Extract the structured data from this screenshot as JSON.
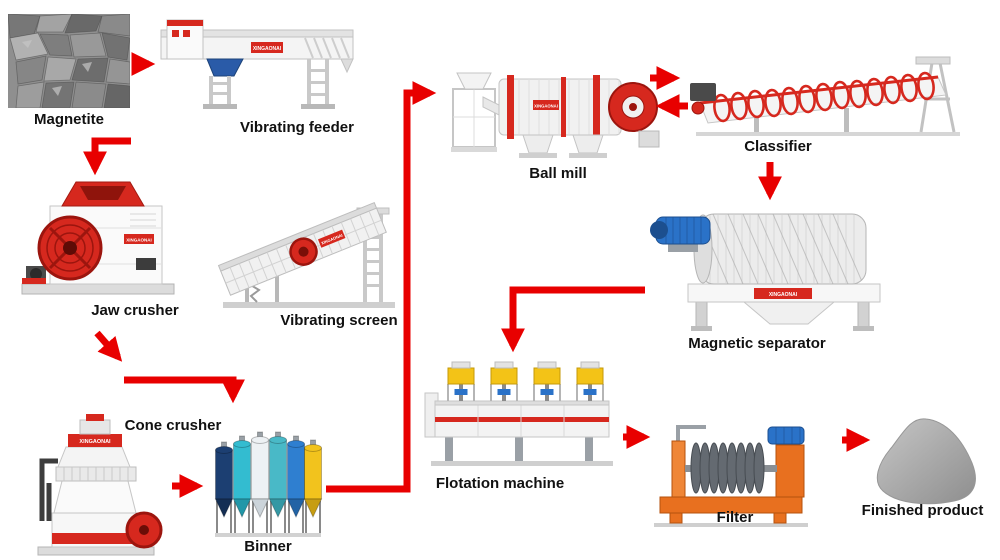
{
  "brand": {
    "name": "XINGAONAI"
  },
  "labels": {
    "magnetite": "Magnetite",
    "vibrating_feeder": "Vibrating feeder",
    "jaw_crusher": "Jaw crusher",
    "vibrating_screen": "Vibrating screen",
    "cone_crusher": "Cone crusher",
    "binner": "Binner",
    "ball_mill": "Ball mill",
    "classifier": "Classifier",
    "magnetic_separator": "Magnetic separator",
    "flotation_machine": "Flotation machine",
    "filter": "Filter",
    "finished_product": "Finished product"
  },
  "flow": [
    {
      "from": "magnetite",
      "to": "vibrating_feeder"
    },
    {
      "from": "vibrating_feeder",
      "to": "jaw_crusher"
    },
    {
      "from": "jaw_crusher",
      "to": "cone_crusher"
    },
    {
      "from": "cone_crusher",
      "to": "binner"
    },
    {
      "from": "binner",
      "to": "ball_mill"
    },
    {
      "from": "ball_mill",
      "to": "classifier"
    },
    {
      "from": "classifier",
      "to": "ball_mill"
    },
    {
      "from": "classifier",
      "to": "magnetic_separator"
    },
    {
      "from": "magnetic_separator",
      "to": "flotation_machine"
    },
    {
      "from": "flotation_machine",
      "to": "filter"
    },
    {
      "from": "filter",
      "to": "finished_product"
    }
  ],
  "colors": {
    "arrow": "#e80000",
    "brand_red": "#d6281e",
    "label_text": "#111111"
  }
}
